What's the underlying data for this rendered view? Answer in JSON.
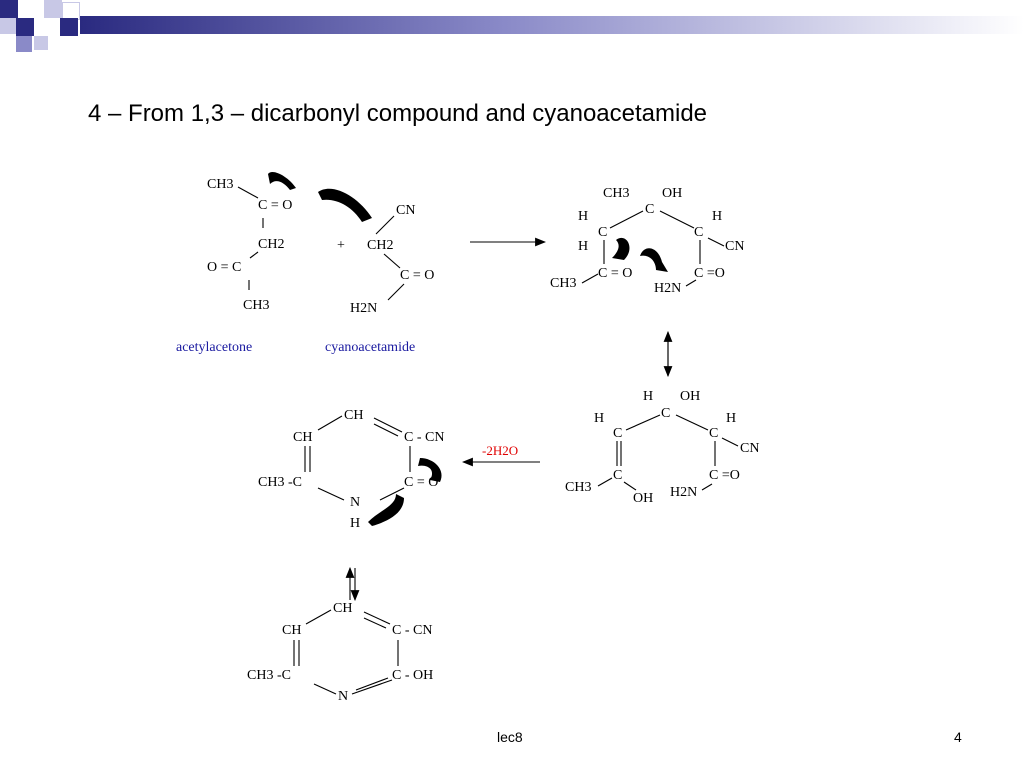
{
  "slide": {
    "title": "4 – From 1,3 – dicarbonyl compound and cyanoacetamide",
    "footer_center": "lec8",
    "page_number": "4"
  },
  "theme": {
    "accent_dark": "#2a2a80",
    "accent_mid": "#8a8ac8",
    "accent_light": "#c8c8e6",
    "label_color": "#1a1aa0",
    "condition_color": "#e00000"
  },
  "reactants": {
    "acetylacetone": {
      "ch3_top": "CH3",
      "carbonyl_top": "C = O",
      "ch2": "CH2",
      "carbonyl_bottom": "O = C",
      "ch3_bottom": "CH3",
      "label": "acetylacetone"
    },
    "plus": "+",
    "cyanoacetamide": {
      "cn": "CN",
      "ch2": "CH2",
      "carbonyl": "C = O",
      "nh2": "H2N",
      "label": "cyanoacetamide"
    }
  },
  "intermediate1": {
    "ch3_top": "CH3",
    "oh": "OH",
    "c_center": "C",
    "h_left": "H",
    "c_left": "C",
    "h_right": "H",
    "c_right": "C",
    "h_left2": "H",
    "cn": "CN",
    "c_o_left": "C = O",
    "c_o_right": "C =O",
    "ch3_bottom": "CH3",
    "h2n": "H2N"
  },
  "intermediate2": {
    "h_top": "H",
    "oh_top": "OH",
    "c_top": "C",
    "h_left": "H",
    "c_left": "C",
    "h_right": "H",
    "c_right": "C",
    "cn": "CN",
    "c_bottom_left": "C",
    "c_o": "C =O",
    "ch3": "CH3",
    "oh_bottom": "OH",
    "h2n": "H2N"
  },
  "condition": "-2H2O",
  "pyridone": {
    "ch_top": "CH",
    "ch_left": "CH",
    "c_cn": "C - CN",
    "ch3_c": "CH3 -C",
    "c_o": "C = O",
    "n": "N",
    "h": "H"
  },
  "hydroxypyridine": {
    "ch_top": "CH",
    "ch_left": "CH",
    "c_cn": "C - CN",
    "ch3_c": "CH3 -C",
    "c_oh": "C - OH",
    "n": "N"
  }
}
